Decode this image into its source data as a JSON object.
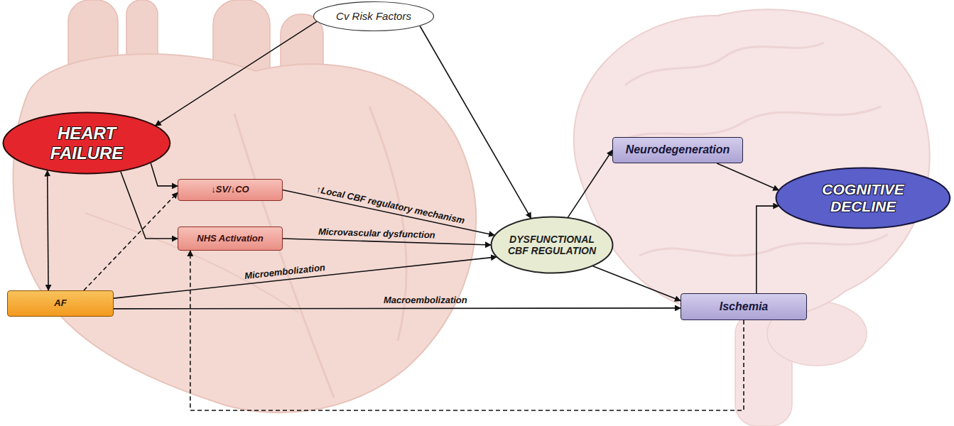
{
  "diagram": {
    "nodes": [
      {
        "text": [
          "Cv Risk Factors"
        ]
      },
      {
        "text": [
          "HEART FAILURE"
        ]
      },
      {
        "text": [
          "↓SV/↓CO"
        ]
      },
      {
        "text": [
          "NHS Activation"
        ]
      },
      {
        "text": [
          "AF"
        ]
      },
      {
        "text": [
          "DYSFUNCTIONAL CBF REGULATION"
        ]
      },
      {
        "text": [
          "Neurodegeneration"
        ]
      },
      {
        "text": [
          "COGNITIVE DECLINE"
        ]
      },
      {
        "text": [
          "Ischemia"
        ]
      }
    ],
    "edges": [
      {
        "from": 0,
        "to": 1,
        "arrow": "to"
      },
      {
        "from": 0,
        "to": 5,
        "arrow": "to"
      },
      {
        "from": 1,
        "to": 4,
        "arrow": "both"
      },
      {
        "from": 4,
        "to": 2,
        "arrow": "to"
      },
      {
        "from": 1,
        "to": 2,
        "arrow": "to"
      },
      {
        "from": 1,
        "to": 3,
        "arrow": "to"
      },
      {
        "from": 2,
        "to": 5,
        "label": "↑Local CBF regulatory mechanism",
        "arrow": "to"
      },
      {
        "from": 3,
        "to": 5,
        "label": "Microvascular dysfunction",
        "arrow": "to"
      },
      {
        "from": 4,
        "to": 5,
        "label": "Microembolization",
        "arrow": "to"
      },
      {
        "from": 4,
        "to": 8,
        "label": "Macroembolization",
        "arrow": "to"
      },
      {
        "from": 8,
        "to": 3,
        "arrow": "to"
      },
      {
        "from": 5,
        "to": 6,
        "arrow": "to"
      },
      {
        "from": 5,
        "to": 8,
        "arrow": "to"
      },
      {
        "from": 6,
        "to": 7,
        "arrow": "to"
      },
      {
        "from": 8,
        "to": 7,
        "arrow": "to"
      }
    ]
  }
}
